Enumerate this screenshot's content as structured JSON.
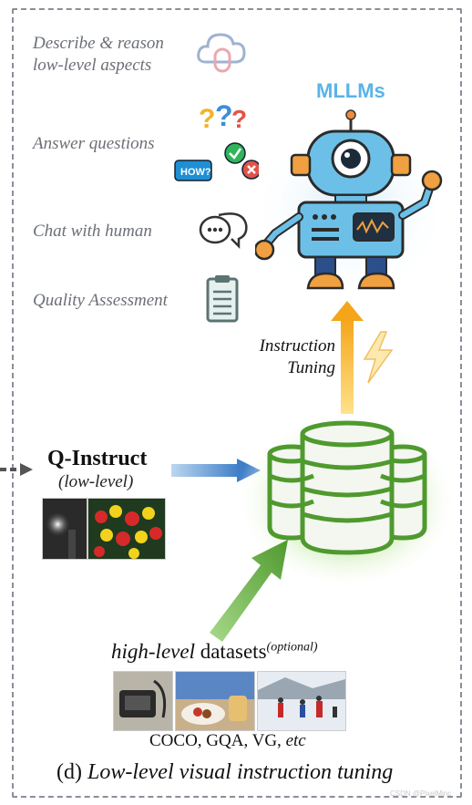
{
  "capabilities": [
    {
      "text": "Describe & reason low-level aspects",
      "icon": "cloud-brain-icon"
    },
    {
      "text": "Answer questions",
      "icon": "question-marks-icon"
    },
    {
      "text": "Chat with human",
      "icon": "chat-bubbles-icon"
    },
    {
      "text": "Quality Assessment",
      "icon": "clipboard-icon"
    }
  ],
  "cap_lines": {
    "c1a": "Describe & reason",
    "c1b": "low-level aspects",
    "c2": "Answer questions",
    "c3": "Chat with human",
    "c4": "Quality Assessment"
  },
  "icon_text": {
    "how": "HOW?"
  },
  "mllms_label": "MLLMs",
  "instruction_tuning": {
    "line1": "Instruction",
    "line2": "Tuning"
  },
  "q_instruct": {
    "title": "Q-Instruct",
    "subtitle": "(low-level)"
  },
  "high_level": {
    "italic": "high-level",
    "rest": " datasets",
    "sup": "(optional)"
  },
  "datasets": {
    "text": "COCO, GQA, VG, ",
    "etc": "etc"
  },
  "caption": {
    "prefix": "(d) ",
    "italic": "Low-level visual instruction tuning"
  },
  "watermark": "CSDN @PixelMinc",
  "colors": {
    "frame": "#8a8f99",
    "mllms": "#5ab4e6",
    "db_green": "#4f9a2e",
    "arrow_blue": "#3f7fc8",
    "arrow_orange": "#f5a51a",
    "arrow_green": "#5aa53a"
  }
}
